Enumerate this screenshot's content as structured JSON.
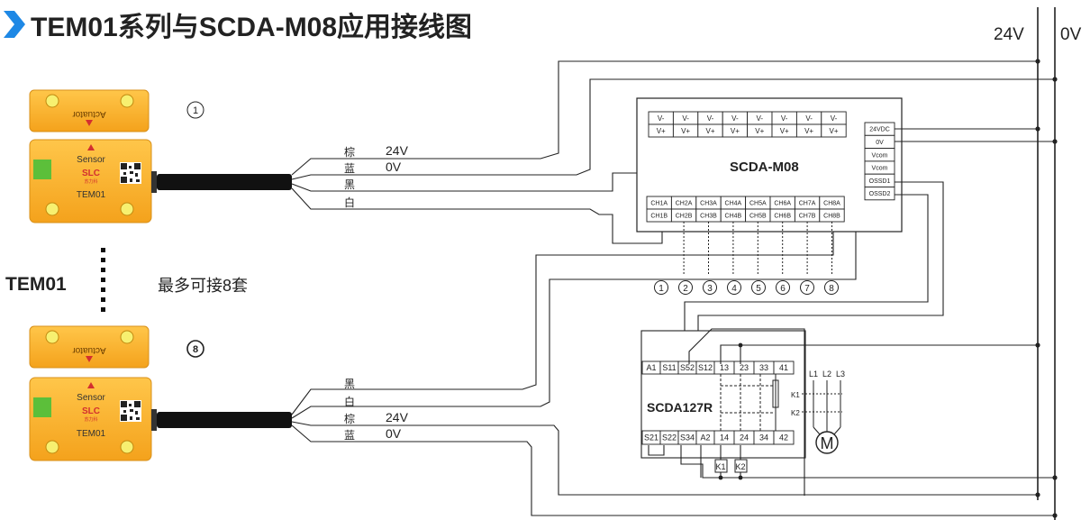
{
  "title": "TEM01系列与SCDA-M08应用接线图",
  "supply": {
    "v24": "24V",
    "v0": "0V"
  },
  "sensor_top": {
    "actuator_label": "Actuator",
    "sensor_label": "Sensor",
    "brand": "SLC",
    "brand_sub": "苏力科",
    "model": "TEM01",
    "index": "①"
  },
  "sensor_bottom": {
    "actuator_label": "Actuator",
    "sensor_label": "Sensor",
    "brand": "SLC",
    "brand_sub": "苏力科",
    "model": "TEM01",
    "index": "⑧"
  },
  "group_label": "TEM01",
  "max_note": "最多可接8套",
  "wires_top": [
    {
      "color": "棕",
      "signal": "24V"
    },
    {
      "color": "蓝",
      "signal": "0V"
    },
    {
      "color": "黑",
      "signal": ""
    },
    {
      "color": "白",
      "signal": ""
    }
  ],
  "wires_bottom": [
    {
      "color": "黑",
      "signal": ""
    },
    {
      "color": "白",
      "signal": ""
    },
    {
      "color": "棕",
      "signal": "24V"
    },
    {
      "color": "蓝",
      "signal": "0V"
    }
  ],
  "controller": {
    "name": "SCDA-M08",
    "v_minus": [
      "V-",
      "V-",
      "V-",
      "V-",
      "V-",
      "V-",
      "V-",
      "V-"
    ],
    "v_plus": [
      "V+",
      "V+",
      "V+",
      "V+",
      "V+",
      "V+",
      "V+",
      "V+"
    ],
    "ch_a": [
      "CH1A",
      "CH2A",
      "CH3A",
      "CH4A",
      "CH5A",
      "CH6A",
      "CH7A",
      "CH8A"
    ],
    "ch_b": [
      "CH1B",
      "CH2B",
      "CH3B",
      "CH4B",
      "CH5B",
      "CH6B",
      "CH7B",
      "CH8B"
    ],
    "right_terms": [
      "24VDC",
      "0V",
      "Vcom",
      "Vcom",
      "OSSD1",
      "OSSD2"
    ],
    "channel_nums": [
      "①",
      "②",
      "③",
      "④",
      "⑤",
      "⑥",
      "⑦",
      "⑧"
    ]
  },
  "relay": {
    "name": "SCDA127R",
    "top_terms": [
      "A1",
      "S11",
      "S52",
      "S12",
      "13",
      "23",
      "33",
      "41"
    ],
    "bottom_terms": [
      "S21",
      "S22",
      "S34",
      "A2",
      "14",
      "24",
      "34",
      "42"
    ],
    "k1": "K1",
    "k2": "K2"
  },
  "motor": {
    "phases": [
      "L1",
      "L2",
      "L3"
    ],
    "k1": "K1",
    "k2": "K2",
    "label": "M"
  }
}
